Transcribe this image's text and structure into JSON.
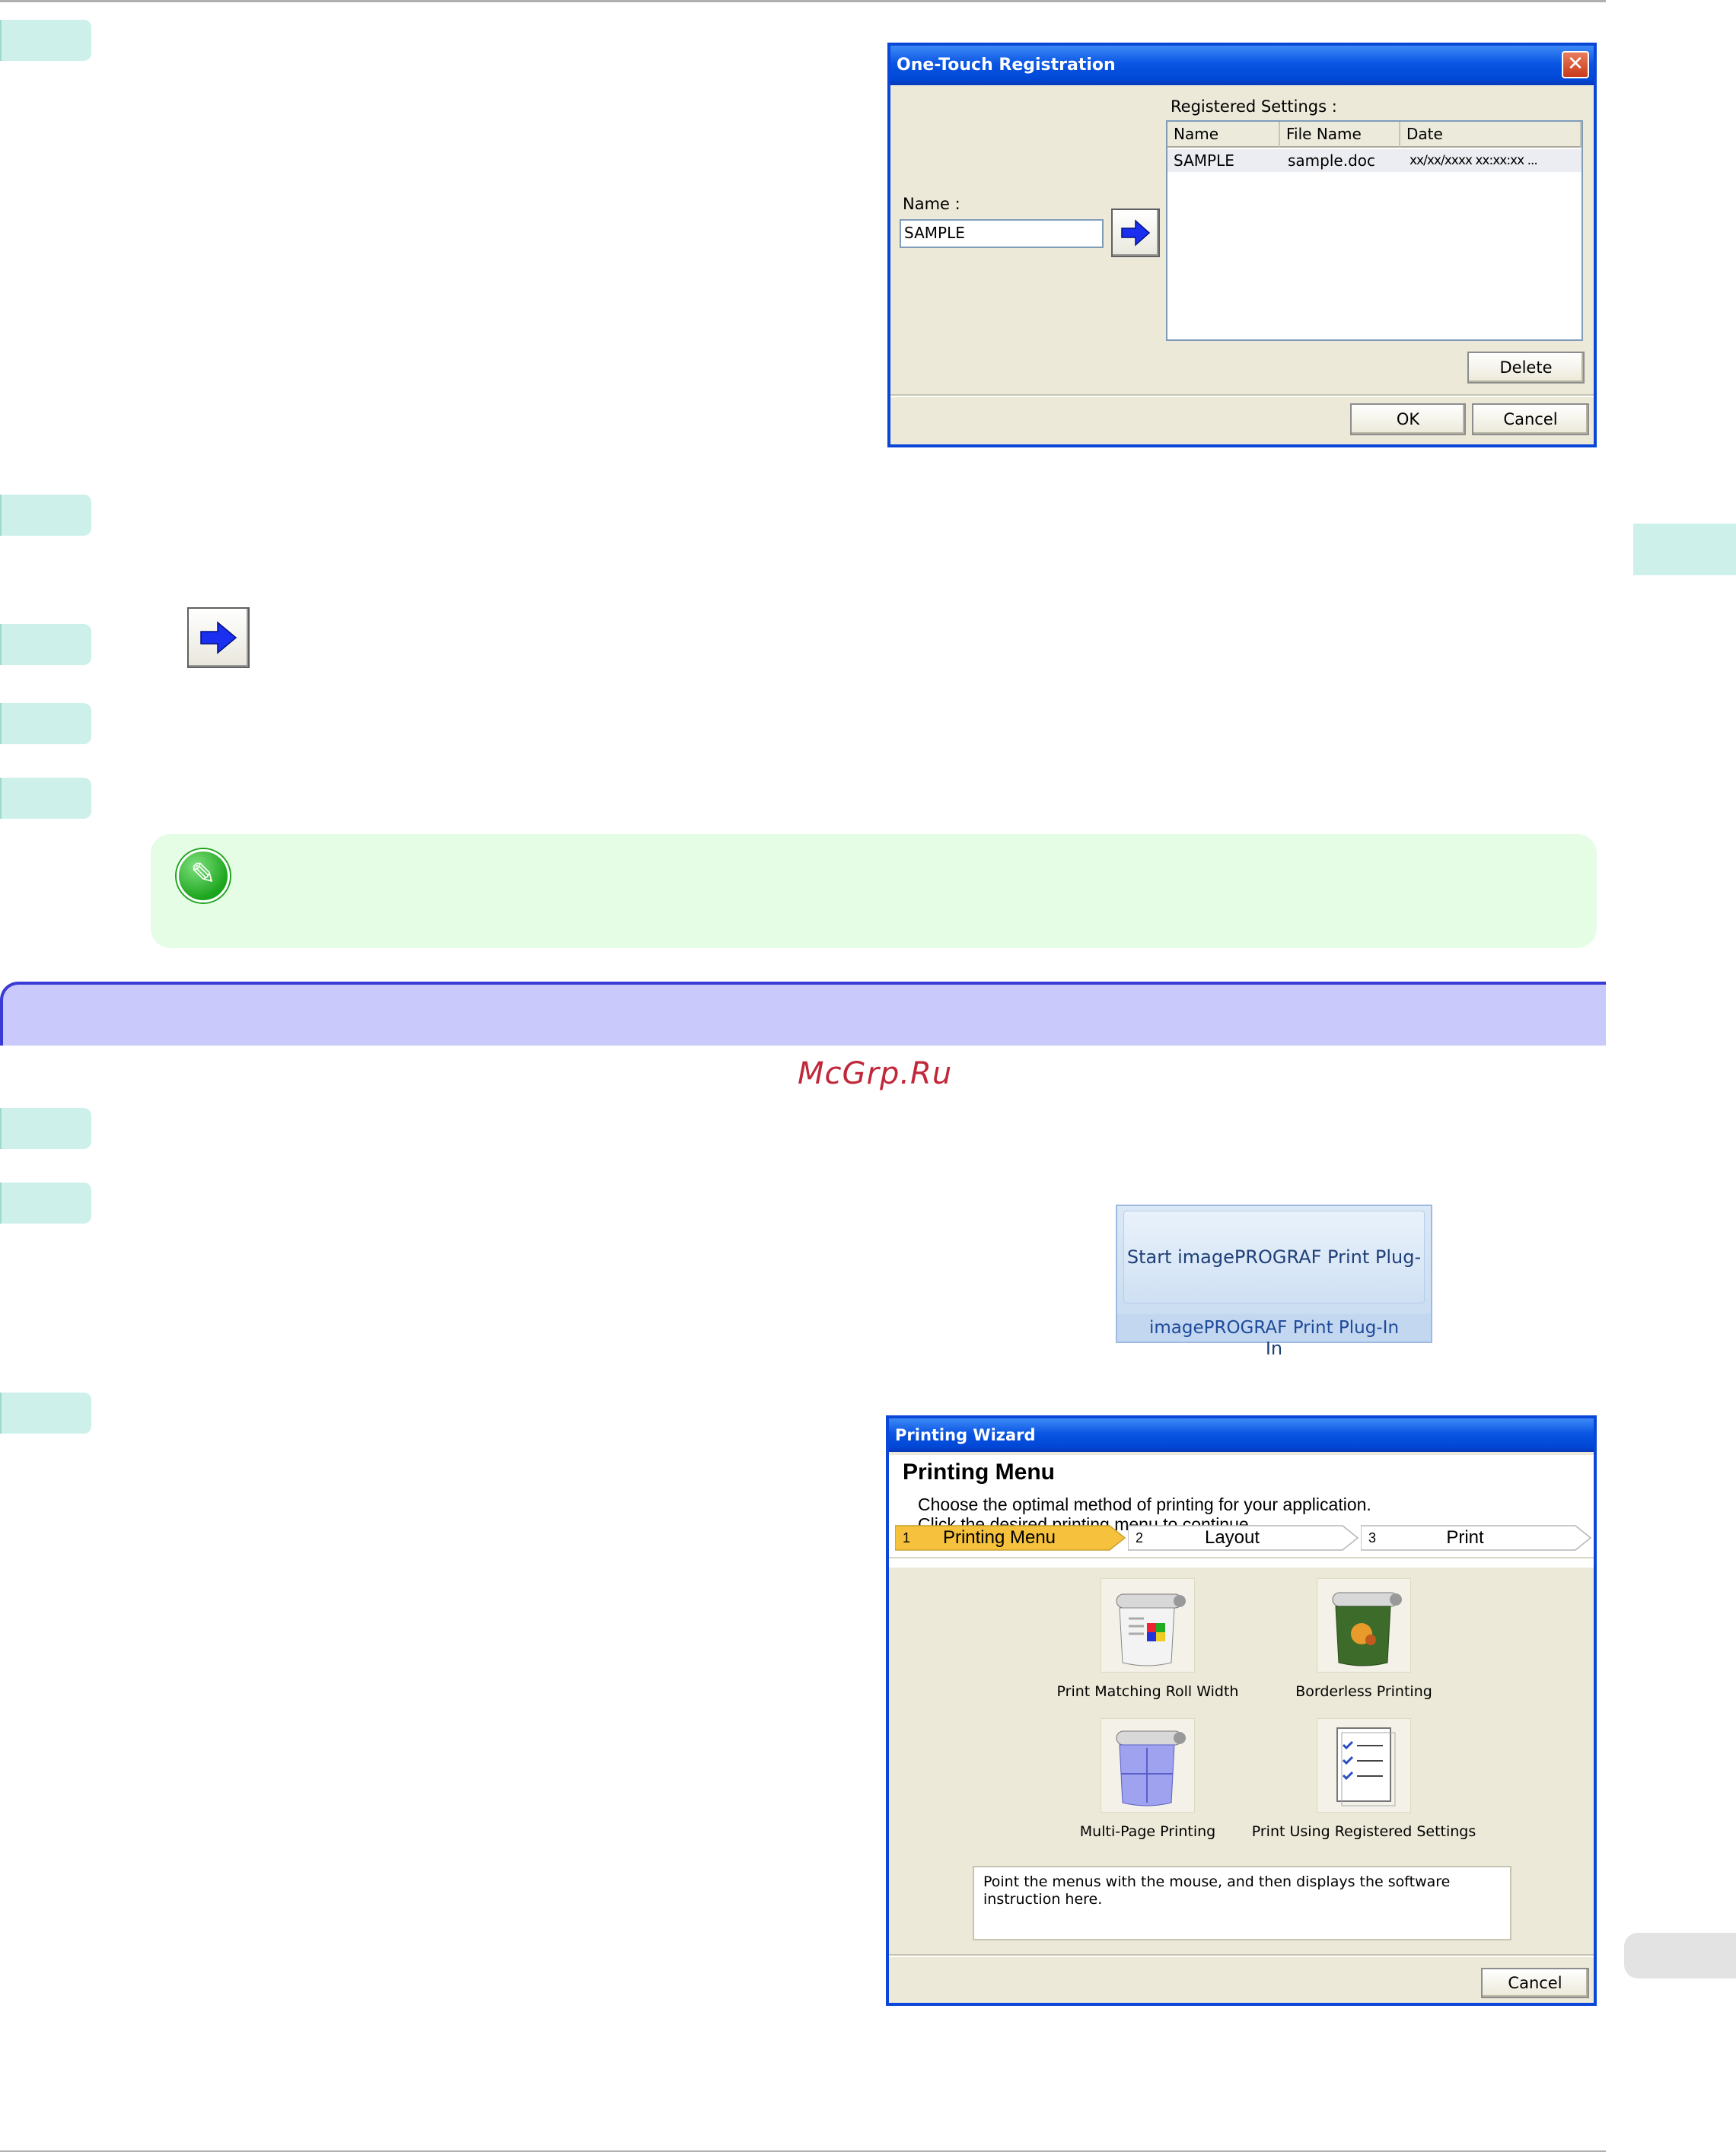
{
  "page": {
    "watermark": "McGrp.Ru"
  },
  "one_touch_dialog": {
    "title": "One-Touch Registration",
    "close_glyph": "✕",
    "name_label": "Name :",
    "name_value": "SAMPLE",
    "registered_label": "Registered Settings :",
    "columns": [
      "Name",
      "File Name",
      "Date"
    ],
    "rows": [
      {
        "name": "SAMPLE",
        "file": "sample.doc",
        "date": "xx/xx/xxxx xx:xx:xx ..."
      }
    ],
    "delete_label": "Delete",
    "ok_label": "OK",
    "cancel_label": "Cancel",
    "arrow_icon": "right-arrow-icon"
  },
  "standalone_arrow": {
    "icon": "right-arrow-icon"
  },
  "note": {
    "icon": "pencil-icon"
  },
  "ribbon": {
    "button_label": "Start imagePROGRAF Print Plug-In",
    "group_label": "imagePROGRAF Print Plug-In"
  },
  "wizard": {
    "title": "Printing Wizard",
    "heading": "Printing Menu",
    "sub1": "Choose the optimal method of printing for your application.",
    "sub2": "Click the desired printing menu to continue.",
    "steps": [
      {
        "num": "1",
        "label": "Printing Menu"
      },
      {
        "num": "2",
        "label": "Layout"
      },
      {
        "num": "3",
        "label": "Print"
      }
    ],
    "tiles": [
      {
        "label": "Print Matching Roll Width",
        "icon": "roll-width-icon"
      },
      {
        "label": "Borderless Printing",
        "icon": "borderless-icon"
      },
      {
        "label": "Multi-Page Printing",
        "icon": "multi-page-icon"
      },
      {
        "label": "Print Using Registered Settings",
        "icon": "registered-settings-icon"
      }
    ],
    "instruction": "Point the menus with the mouse, and then displays the software instruction here.",
    "cancel_label": "Cancel"
  },
  "colors": {
    "tab": "#cdf1ea",
    "note_bg": "#e4fde4",
    "section_bar": "#c9c9fb",
    "xp_blue": "#0a46d8",
    "step_active": "#f6c23e"
  }
}
